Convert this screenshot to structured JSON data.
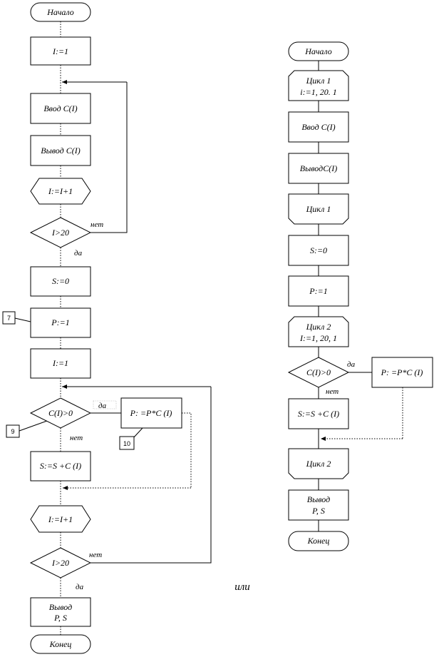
{
  "left": {
    "start": "Начало",
    "init_i": "I:=1",
    "input_c": "Ввод C(I)",
    "output_c": "Вывод C(I)",
    "inc_i": "I:=I+1",
    "cond_i": "I>20",
    "no": "нет",
    "yes": "да",
    "s_init": "S:=0",
    "p_init": "P:=1",
    "init_i2": "I:=1",
    "cond_c": "C(I)>0",
    "yes2": "да",
    "p_mult": "P: =P*C (I)",
    "no2": "нет",
    "s_sum": "S:=S +C (I)",
    "inc_i2": "I:=I+1",
    "cond_i2": "I>20",
    "no3": "нет",
    "yes3": "да",
    "output_line1": "Вывод",
    "output_line2": "P, S",
    "end": "Конец",
    "callout_7": "7",
    "callout_9": "9",
    "callout_10": "10"
  },
  "or_label": "или",
  "right": {
    "start": "Начало",
    "loop1_line1": "Цикл 1",
    "loop1_line2": "i:=1, 20. 1",
    "input_c": "Ввод C(I)",
    "output_c": "ВыводC(I)",
    "loop1_end": "Цикл 1",
    "s_init": "S:=0",
    "p_init": "P:=1",
    "loop2_line1": "Цикл 2",
    "loop2_line2": "I:=1, 20, 1",
    "cond_c": "C(I)>0",
    "yes": "да",
    "no": "нет",
    "p_mult": "P: =P*C (I)",
    "s_sum": "S:=S +C (I)",
    "loop2_end": "Цикл 2",
    "output_line1": "Вывод",
    "output_line2": "P, S",
    "end": "Конец"
  }
}
